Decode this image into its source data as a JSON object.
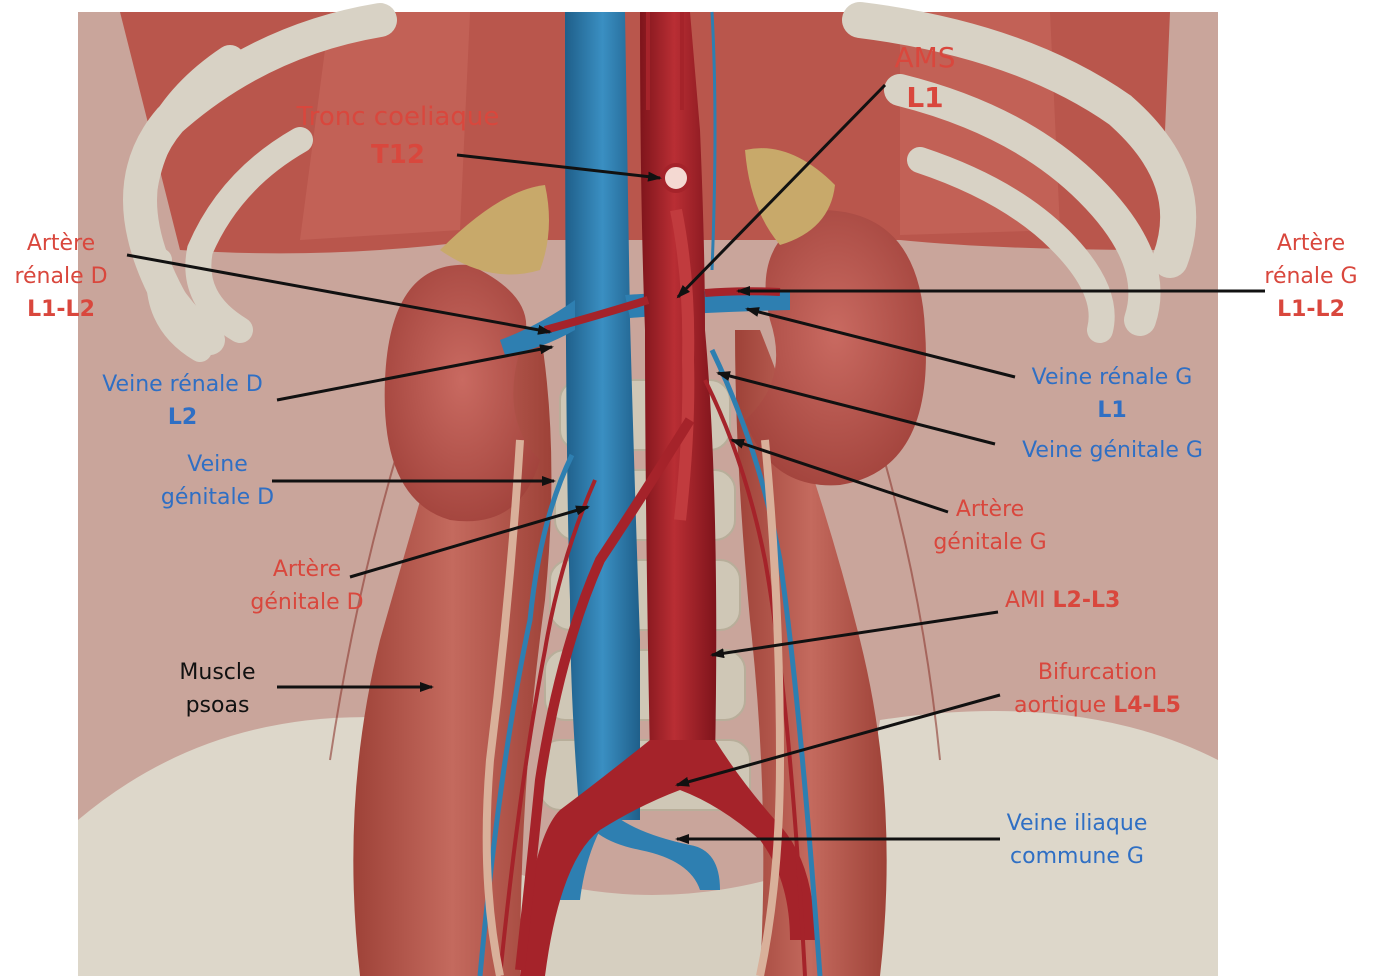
{
  "colors": {
    "artery_label": "#d9473d",
    "vein_label": "#2f6fc4",
    "muscle_label": "#111111",
    "arrow": "#111111",
    "vein": "#2e7fb1",
    "artery": "#a5232a",
    "muscle": "#b65a4f",
    "bone": "#dcd6c9",
    "kidney": "#b5544d",
    "adrenal": "#c8a96a"
  },
  "labels": {
    "tronc_coeliaque": {
      "name": "Tronc coeliaque",
      "level": "T12"
    },
    "ams": {
      "name": "AMS",
      "level": "L1"
    },
    "artere_renale_d": {
      "line1": "Artère",
      "line2": "rénale D",
      "level": "L1-L2"
    },
    "artere_renale_g": {
      "line1": "Artère",
      "line2": "rénale G",
      "level": "L1-L2"
    },
    "veine_renale_d": {
      "line1": "Veine rénale D",
      "level": "L2"
    },
    "veine_renale_g": {
      "line1": "Veine rénale G",
      "level": "L1"
    },
    "veine_genitale_d": {
      "line1": "Veine",
      "line2": "génitale D"
    },
    "veine_genitale_g": {
      "line1": "Veine génitale G"
    },
    "artere_genitale_d": {
      "line1": "Artère",
      "line2": "génitale D"
    },
    "artere_genitale_g": {
      "line1": "Artère",
      "line2": "génitale G"
    },
    "ami": {
      "name": "AMI",
      "level": "L2-L3"
    },
    "bifurcation": {
      "line1": "Bifurcation",
      "line2": "aortique",
      "level": "L4-L5"
    },
    "veine_iliaque": {
      "line1": "Veine iliaque",
      "line2": "commune G"
    },
    "psoas": {
      "line1": "Muscle",
      "line2": "psoas"
    }
  }
}
